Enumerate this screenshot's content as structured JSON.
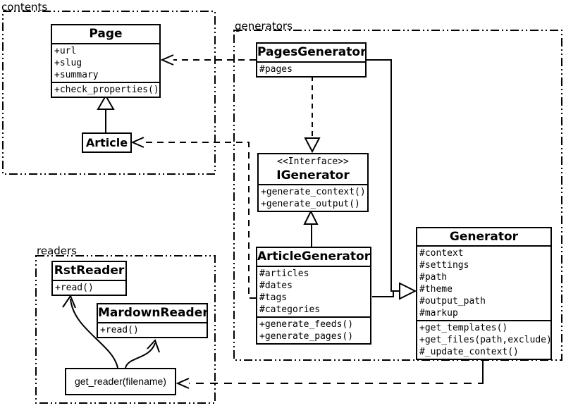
{
  "diagram_title": "UML class diagram",
  "colors": {
    "background": "#ffffff",
    "line": "#000000"
  },
  "packages": {
    "contents": {
      "label": "contents"
    },
    "generators": {
      "label": "generators"
    },
    "readers": {
      "label": "readers"
    }
  },
  "classes": {
    "page": {
      "name": "Page",
      "attributes": [
        "+url",
        "+slug",
        "+summary"
      ],
      "methods": [
        "+check_properties()"
      ]
    },
    "article": {
      "name": "Article"
    },
    "pages_generator": {
      "name": "PagesGenerator",
      "attributes": [
        "#pages"
      ]
    },
    "igenerator": {
      "stereotype": "<<Interface>>",
      "name": "IGenerator",
      "methods": [
        "+generate_context()",
        "+generate_output()"
      ]
    },
    "article_generator": {
      "name": "ArticleGenerator",
      "attributes": [
        "#articles",
        "#dates",
        "#tags",
        "#categories"
      ],
      "methods": [
        "+generate_feeds()",
        "+generate_pages()"
      ]
    },
    "generator": {
      "name": "Generator",
      "attributes": [
        "#context",
        "#settings",
        "#path",
        "#theme",
        "#output_path",
        "#markup"
      ],
      "methods": [
        "+get_templates()",
        "+get_files(path,exclude)",
        "#_update_context()"
      ]
    },
    "rst_reader": {
      "name": "RstReader",
      "methods": [
        "+read()"
      ]
    },
    "markdown_reader": {
      "name": "MardownReader",
      "methods": [
        "+read()"
      ]
    },
    "get_reader": {
      "name": "get_reader(filename)"
    }
  }
}
